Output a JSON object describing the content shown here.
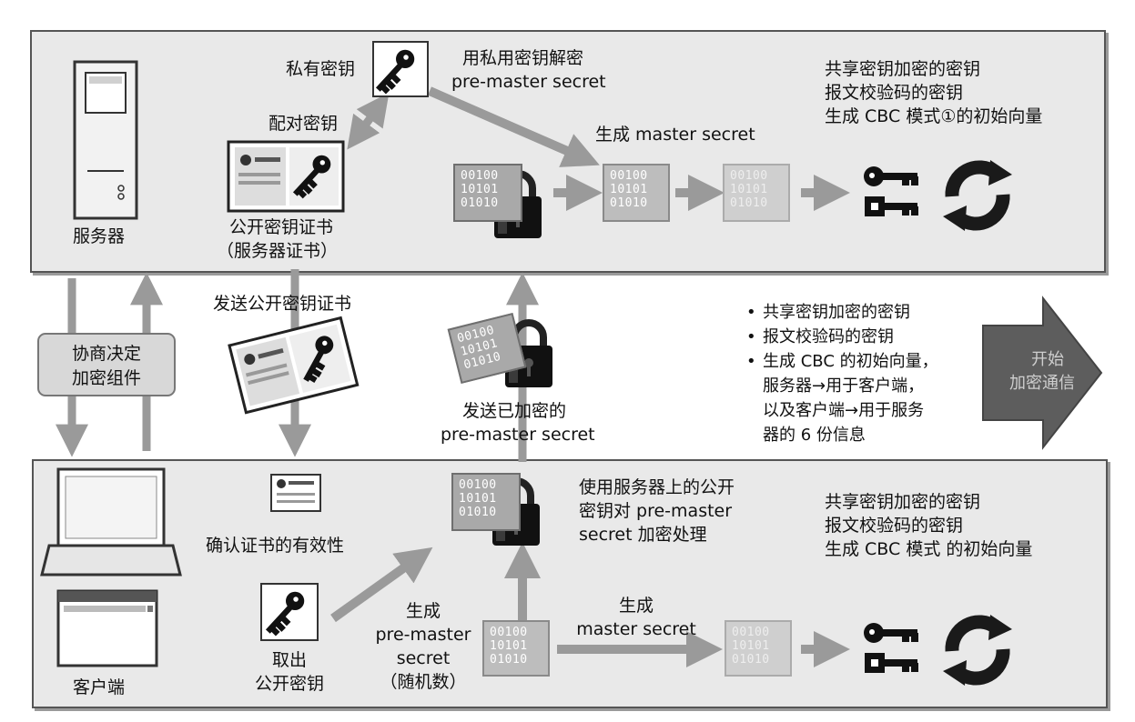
{
  "server": {
    "label": "服务器",
    "private_key_label": "私有密钥",
    "pair_key_label": "配对密钥",
    "cert_label_1": "公开密钥证书",
    "cert_label_2": "（服务器证书）",
    "decrypt_label_1": "用私用密钥解密",
    "decrypt_label_2": "pre-master secret",
    "gen_master_label": "生成 master secret",
    "keys_info": [
      "共享密钥加密的密钥",
      "报文校验码的密钥",
      "生成 CBC 模式①的初始向量"
    ]
  },
  "middle": {
    "negotiate": [
      "协商决定",
      "加密组件"
    ],
    "send_cert": "发送公开密钥证书",
    "send_encrypted_1": "发送已加密的",
    "send_encrypted_2": "pre-master secret",
    "bullets": [
      "共享密钥加密的密钥",
      "报文校验码的密钥",
      "生成 CBC 的初始向量，",
      "服务器→用于客户端，",
      "以及客户端→用于服务",
      "器的 6 份信息"
    ],
    "start_arrow": [
      "开始",
      "加密通信"
    ]
  },
  "client": {
    "label": "客户端",
    "verify_cert": "确认证书的有效性",
    "take_key": [
      "取出",
      "公开密钥"
    ],
    "gen_premaster": [
      "生成",
      "pre-master",
      "secret",
      "（随机数）"
    ],
    "encrypt_label": [
      "使用服务器上的公开",
      "密钥对 pre-master",
      "secret 加密处理"
    ],
    "gen_master": [
      "生成",
      "master secret"
    ],
    "keys_info": [
      "共享密钥加密的密钥",
      "报文校验码的密钥",
      "生成 CBC 模式 的初始向量"
    ]
  },
  "binary": [
    "00100",
    "10101",
    "01010"
  ],
  "colors": {
    "arrow": "#9a9a9a",
    "panel": "#e9e9e9",
    "dark_arrow": "#5d5d5d"
  },
  "icons": [
    "server-icon",
    "key-icon",
    "certificate-icon",
    "lock-icon",
    "refresh-icon",
    "laptop-icon",
    "browser-icon"
  ]
}
